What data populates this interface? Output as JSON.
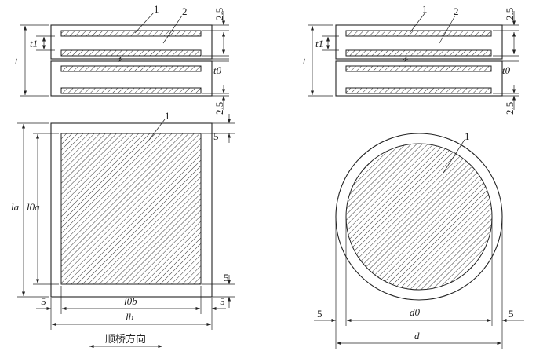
{
  "labels": {
    "part1": "1",
    "part2": "2",
    "cover_top": "2.5",
    "cover_bottom": "2.5",
    "edge": "5",
    "t": "t",
    "t1": "t1",
    "t0": "t0",
    "la": "la",
    "l0a": "l0a",
    "lb": "lb",
    "l0b": "l0b",
    "d": "d",
    "d0": "d0",
    "direction": "顺桥方向"
  },
  "colors": {
    "line": "#222222",
    "background": "#ffffff"
  }
}
